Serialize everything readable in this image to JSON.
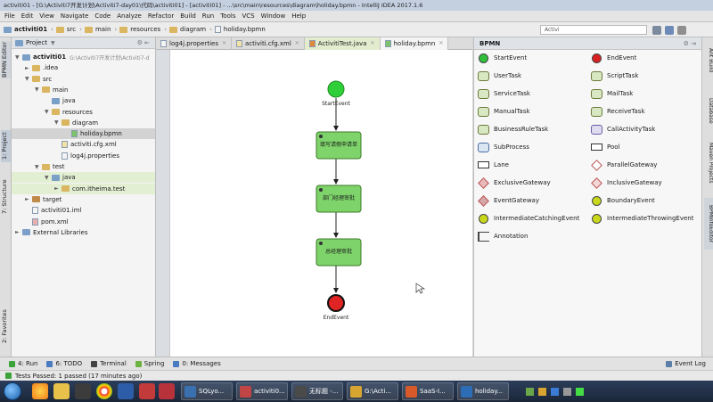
{
  "window": {
    "title": "activiti01 - [G:\\Activiti7开发计划\\Activiti7-day01\\代码\\activiti01] - [activiti01] - ...\\src\\main\\resources\\diagram\\holiday.bpmn - IntelliJ IDEA 2017.1.6"
  },
  "menu": [
    "File",
    "Edit",
    "View",
    "Navigate",
    "Code",
    "Analyze",
    "Refactor",
    "Build",
    "Run",
    "Tools",
    "VCS",
    "Window",
    "Help"
  ],
  "breadcrumb": [
    "activiti01",
    "src",
    "main",
    "resources",
    "diagram",
    "holiday.bpmn"
  ],
  "search_text": "Activi",
  "project_panel": {
    "title": "Project",
    "tree": [
      {
        "label": "activiti01",
        "hint": "G:\\Activiti7开发计划\\Activiti7-d",
        "depth": 0,
        "arrow": "▼",
        "icon": "folder-blue",
        "bold": true
      },
      {
        "label": ".idea",
        "depth": 1,
        "arrow": "►",
        "icon": "folder"
      },
      {
        "label": "src",
        "depth": 1,
        "arrow": "▼",
        "icon": "folder"
      },
      {
        "label": "main",
        "depth": 2,
        "arrow": "▼",
        "icon": "folder"
      },
      {
        "label": "java",
        "depth": 3,
        "arrow": "",
        "icon": "folder-blue"
      },
      {
        "label": "resources",
        "depth": 3,
        "arrow": "▼",
        "icon": "folder-res"
      },
      {
        "label": "diagram",
        "depth": 4,
        "arrow": "▼",
        "icon": "folder"
      },
      {
        "label": "holiday.bpmn",
        "depth": 5,
        "arrow": "",
        "icon": "bpmn",
        "selected": true
      },
      {
        "label": "activiti.cfg.xml",
        "depth": 4,
        "arrow": "",
        "icon": "xml"
      },
      {
        "label": "log4j.properties",
        "depth": 4,
        "arrow": "",
        "icon": "props"
      },
      {
        "label": "test",
        "depth": 2,
        "arrow": "▼",
        "icon": "folder"
      },
      {
        "label": "java",
        "depth": 3,
        "arrow": "▼",
        "icon": "folder-green",
        "green": true
      },
      {
        "label": "com.itheima.test",
        "depth": 4,
        "arrow": "►",
        "icon": "package",
        "green": true
      },
      {
        "label": "target",
        "depth": 1,
        "arrow": "►",
        "icon": "folder-brown"
      },
      {
        "label": "activiti01.iml",
        "depth": 1,
        "arrow": "",
        "icon": "iml"
      },
      {
        "label": "pom.xml",
        "depth": 1,
        "arrow": "",
        "icon": "pom"
      },
      {
        "label": "External Libraries",
        "depth": 0,
        "arrow": "►",
        "icon": "libs"
      }
    ]
  },
  "left_strip": [
    "1: Project",
    "BPMN Editor",
    "7: Structure",
    "2: Favorites"
  ],
  "right_strip": [
    "Ant Build",
    "Database",
    "Maven Projects",
    "BPMInfoEditor"
  ],
  "editor_tabs": [
    {
      "label": "log4j.properties",
      "icon": "props"
    },
    {
      "label": "activiti.cfg.xml",
      "icon": "xml"
    },
    {
      "label": "ActivitiTest.java",
      "icon": "java",
      "test": true
    },
    {
      "label": "holiday.bpmn",
      "icon": "bpmn",
      "active": true
    }
  ],
  "diagram": {
    "start_label": "StartEvent",
    "end_label": "EndEvent",
    "tasks": [
      "填写请假申请单",
      "部门经理审批",
      "总经理审批"
    ]
  },
  "palette": {
    "title": "BPMN",
    "items": [
      {
        "label": "StartEvent",
        "icon": "start-event-icon",
        "kind": "circle",
        "color": "#2fbf3a"
      },
      {
        "label": "EndEvent",
        "icon": "end-event-icon",
        "kind": "circle",
        "color": "#d92020"
      },
      {
        "label": "UserTask",
        "icon": "user-task-icon",
        "kind": "task"
      },
      {
        "label": "ScriptTask",
        "icon": "script-task-icon",
        "kind": "task"
      },
      {
        "label": "ServiceTask",
        "icon": "service-task-icon",
        "kind": "task"
      },
      {
        "label": "MailTask",
        "icon": "mail-task-icon",
        "kind": "task"
      },
      {
        "label": "ManualTask",
        "icon": "manual-task-icon",
        "kind": "task"
      },
      {
        "label": "ReceiveTask",
        "icon": "receive-task-icon",
        "kind": "task"
      },
      {
        "label": "BusinessRuleTask",
        "icon": "business-rule-task-icon",
        "kind": "task"
      },
      {
        "label": "CallActivityTask",
        "icon": "call-activity-task-icon",
        "kind": "task-purple"
      },
      {
        "label": "SubProcess",
        "icon": "subprocess-icon",
        "kind": "task-blue"
      },
      {
        "label": "Pool",
        "icon": "pool-icon",
        "kind": "pool"
      },
      {
        "label": "Lane",
        "icon": "lane-icon",
        "kind": "lane"
      },
      {
        "label": "ParallelGateway",
        "icon": "parallel-gateway-icon",
        "kind": "gateway",
        "color": "#ffffff"
      },
      {
        "label": "ExclusiveGateway",
        "icon": "exclusive-gateway-icon",
        "kind": "gateway",
        "color": "#e9b9b9"
      },
      {
        "label": "InclusiveGateway",
        "icon": "inclusive-gateway-icon",
        "kind": "gateway",
        "color": "#f3d7d7"
      },
      {
        "label": "EventGateway",
        "icon": "event-gateway-icon",
        "kind": "gateway",
        "color": "#d6a7a7"
      },
      {
        "label": "BoundaryEvent",
        "icon": "boundary-event-icon",
        "kind": "circle",
        "color": "#c9d81a"
      },
      {
        "label": "IntermediateCatchingEvent",
        "icon": "intermediate-catching-event-icon",
        "kind": "circle",
        "color": "#c9d81a"
      },
      {
        "label": "IntermediateThrowingEvent",
        "icon": "intermediate-throwing-event-icon",
        "kind": "circle",
        "color": "#c9d81a"
      },
      {
        "label": "Annotation",
        "icon": "annotation-icon",
        "kind": "annotation"
      }
    ]
  },
  "bottom_tools": [
    {
      "label": "4: Run",
      "color": "#3aa33a"
    },
    {
      "label": "6: TODO",
      "color": "#4a7ac0"
    },
    {
      "label": "Terminal",
      "color": "#444444"
    },
    {
      "label": "Spring",
      "color": "#6db33f"
    },
    {
      "label": "0: Messages",
      "color": "#4a7ac0"
    }
  ],
  "event_log_label": "Event Log",
  "status_text": "Tests Passed: 1 passed (17 minutes ago)",
  "taskbar": {
    "buttons": [
      "SQLyo...",
      "activiti0...",
      "无标题 -...",
      "G:\\Acti...",
      "SaaS-I...",
      "holiday..."
    ]
  }
}
